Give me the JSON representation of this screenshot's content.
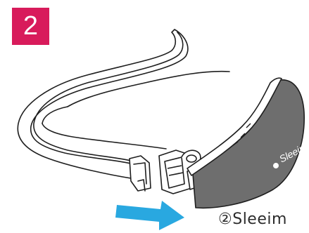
{
  "step": {
    "number": "2"
  },
  "device": {
    "brand_text": "Sleeim"
  },
  "caption": {
    "text": "②Sleeim"
  },
  "colors": {
    "badge": "#d81b5b",
    "arrow": "#29a8e0",
    "device_body": "#6e6e6e",
    "outline": "#1e1e1e"
  },
  "icons": {
    "arrow": "arrow-right-icon",
    "headband": "headband-illustration",
    "device": "sleeim-device-illustration"
  }
}
